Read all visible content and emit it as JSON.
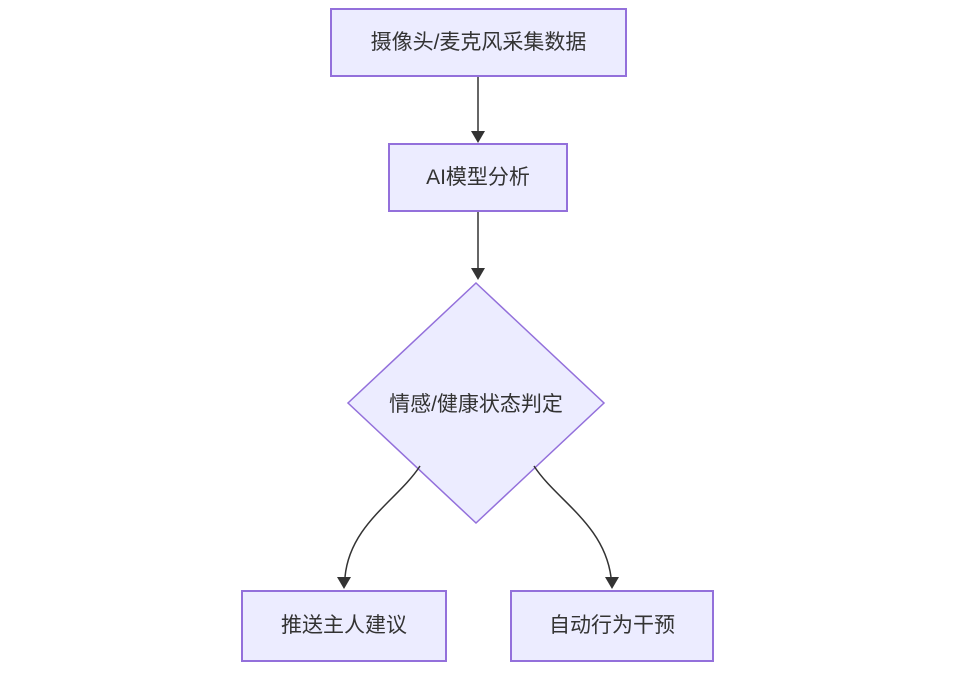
{
  "diagram": {
    "type": "flowchart",
    "direction": "top-down",
    "style": {
      "background": "#ffffff",
      "node_fill": "#ECECFF",
      "node_border": "#9370DB",
      "edge_color": "#333333",
      "text_color": "#333333"
    },
    "nodes": {
      "capture": {
        "shape": "rect",
        "label": "摄像头/麦克风采集数据"
      },
      "analysis": {
        "shape": "rect",
        "label": "AI模型分析"
      },
      "decision": {
        "shape": "diamond",
        "label": "情感/健康状态判定"
      },
      "push": {
        "shape": "rect",
        "label": "推送主人建议"
      },
      "auto": {
        "shape": "rect",
        "label": "自动行为干预"
      }
    },
    "edges": [
      {
        "from": "capture",
        "to": "analysis",
        "label": ""
      },
      {
        "from": "analysis",
        "to": "decision",
        "label": ""
      },
      {
        "from": "decision",
        "to": "push",
        "label": ""
      },
      {
        "from": "decision",
        "to": "auto",
        "label": ""
      }
    ]
  }
}
